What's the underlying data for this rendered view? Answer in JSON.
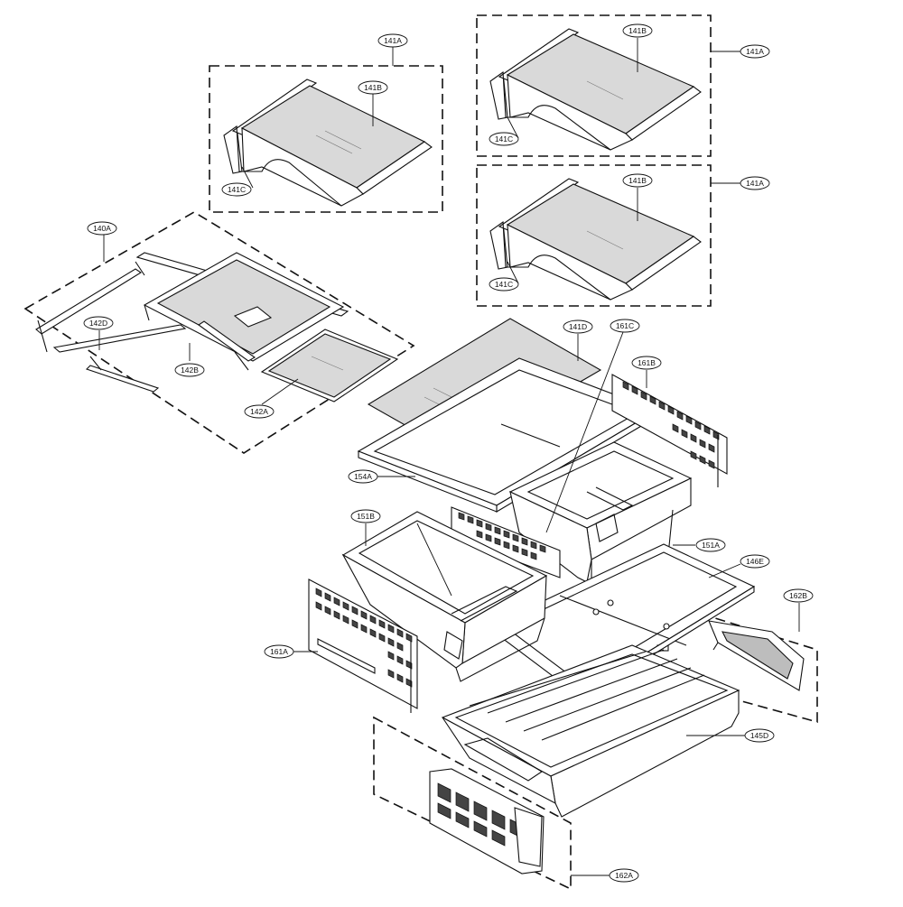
{
  "labels": {
    "l_141A_left": "141A",
    "l_141B_left": "141B",
    "l_141C_left": "141C",
    "l_141A_tr": "141A",
    "l_141B_tr": "141B",
    "l_141C_tr": "141C",
    "l_141A_mr": "141A",
    "l_141B_mr": "141B",
    "l_141C_mr": "141C",
    "l_140A": "140A",
    "l_142D": "142D",
    "l_142B": "142B",
    "l_142A": "142A",
    "l_141D": "141D",
    "l_161C": "161C",
    "l_161B": "161B",
    "l_154A": "154A",
    "l_151B": "151B",
    "l_151A": "151A",
    "l_146E": "146E",
    "l_162B": "162B",
    "l_161A": "161A",
    "l_145D": "145D",
    "l_162A": "162A"
  }
}
